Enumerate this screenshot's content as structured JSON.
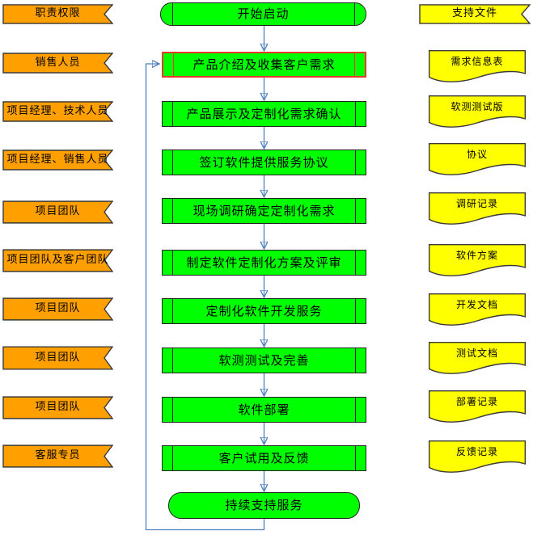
{
  "state": {
    "selected_step": "产品介绍及收集客户需求"
  },
  "colors": {
    "role_fill": "#FFA000",
    "process_fill": "#00FF00",
    "document_fill": "#FFFF00",
    "shape_border": "#3a3a3a",
    "connector": "#4F81BD",
    "selected_border": "#E8392B"
  },
  "roles": {
    "header": "职责权限",
    "items": [
      "销售人员",
      "项目经理、技术人员",
      "项目经理、销售人员",
      "项目团队",
      "项目团队及客户团队",
      "项目团队",
      "项目团队",
      "项目团队",
      "客服专员"
    ]
  },
  "process": {
    "start": "开始启动",
    "steps": [
      "产品介绍及收集客户需求",
      "产品展示及定制化需求确认",
      "签订软件提供服务协议",
      "现场调研确定定制化需求",
      "制定软件定制化方案及评审",
      "定制化软件开发服务",
      "软测测试及完善",
      "软件部署",
      "客户试用及反馈"
    ],
    "end": "持续支持服务"
  },
  "documents": {
    "header": "支持文件",
    "items": [
      "需求信息表",
      "软测测试版",
      "协议",
      "调研记录",
      "软件方案",
      "开发文档",
      "测试文档",
      "部署记录",
      "反馈记录"
    ]
  }
}
